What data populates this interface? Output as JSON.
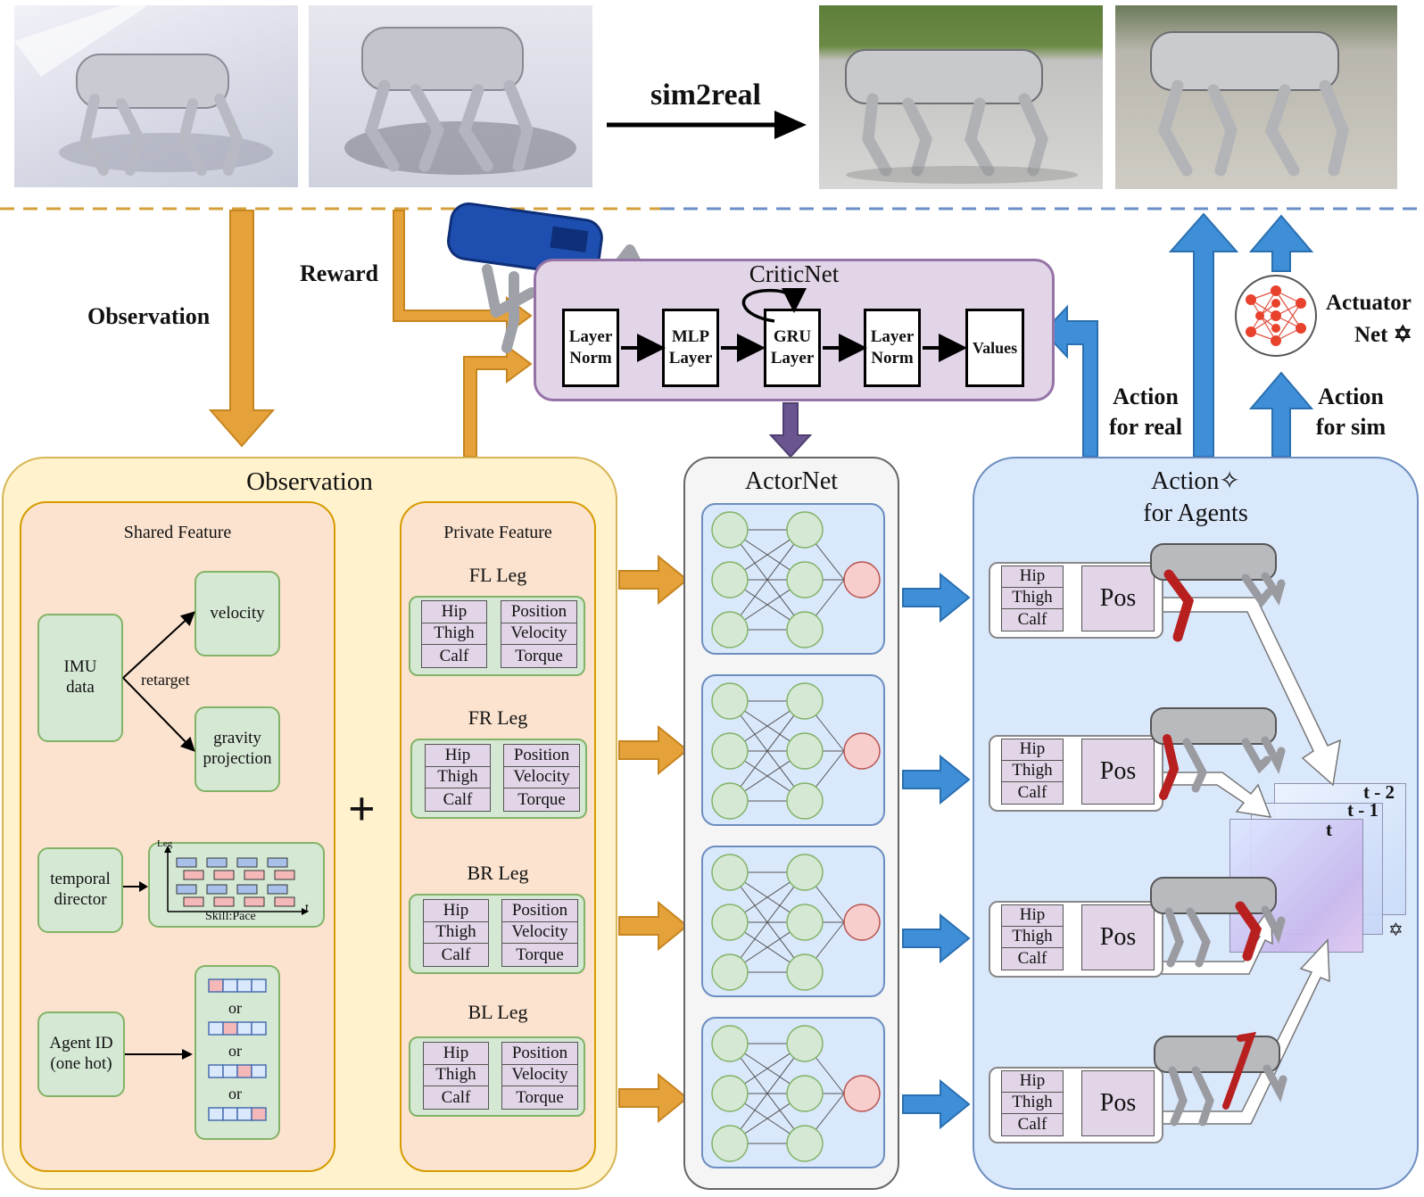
{
  "top": {
    "sim2real_label": "sim2real"
  },
  "labels": {
    "observation_arrow": "Observation",
    "reward": "Reward",
    "action_for_real_1": "Action",
    "action_for_real_2": "for real",
    "action_for_sim_1": "Action",
    "action_for_sim_2": "for sim",
    "actuator_net_1": "Actuator",
    "actuator_net_2": "Net ✡"
  },
  "critic": {
    "title": "CriticNet",
    "blocks": [
      "Layer\nNorm",
      "MLP\nLayer",
      "GRU\nLayer",
      "Layer\nNorm",
      "Values"
    ]
  },
  "observation": {
    "title": "Observation",
    "shared_title": "Shared Feature",
    "imu": "IMU\ndata",
    "retarget": "retarget",
    "velocity": "velocity",
    "gravity": "gravity\nprojection",
    "temporal": "temporal\ndirector",
    "plot_ylabel": "Leg",
    "plot_xlabel": "Skill:Pace",
    "plot_t": "t",
    "agent_id": "Agent ID\n(one hot)",
    "or": "or",
    "plus": "+",
    "private_title": "Private Feature",
    "legs": [
      {
        "name": "FL Leg"
      },
      {
        "name": "FR Leg"
      },
      {
        "name": "BR Leg"
      },
      {
        "name": "BL Leg"
      }
    ],
    "joints": [
      "Hip",
      "Thigh",
      "Calf"
    ],
    "states": [
      "Position",
      "Velocity",
      "Torque"
    ]
  },
  "actor": {
    "title": "ActorNet"
  },
  "action": {
    "title_1": "Action✧",
    "title_2": "for Agents",
    "joints": [
      "Hip",
      "Thigh",
      "Calf"
    ],
    "pos": "Pos",
    "frames": [
      "t - 2",
      "t - 1",
      "t"
    ],
    "star": "✡"
  },
  "colors": {
    "orange_arrow": "#e6a23a",
    "blue_arrow": "#3f8fd8",
    "purple_arrow": "#6a5590",
    "critic_bg": "#e1d5e7",
    "obs_bg": "#fff2cc",
    "feature_bg": "#fbe3cf",
    "actor_bg": "#f5f5f5",
    "action_bg": "#dae8fc"
  }
}
